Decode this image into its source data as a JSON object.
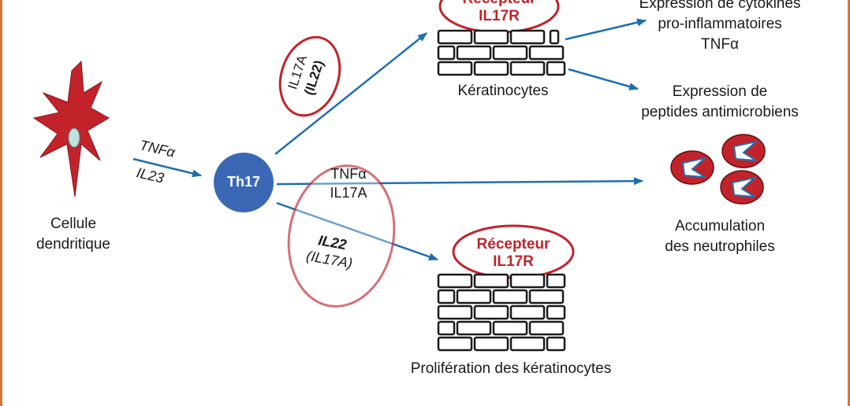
{
  "diagram": {
    "dendritic_cell_label_line1": "Cellule",
    "dendritic_cell_label_line2": "dendritique",
    "edge_dc_th17_label1": "TNFα",
    "edge_dc_th17_label2": "IL23",
    "th17_label": "Th17",
    "oval_top_line1": "IL17A",
    "oval_top_line2": "(IL22)",
    "receptor_top_line1": "Récepteur",
    "receptor_top_line2": "IL17R",
    "keratinocytes_top_label": "Kératinocytes",
    "cytokines_line1": "Expression de cytokines",
    "cytokines_line2": "pro-inflammatoires",
    "cytokines_line3": "TNFα",
    "peptides_line1": "Expression de",
    "peptides_line2": "peptides antimicrobiens",
    "middle_label1": "TNFα",
    "middle_label2": "IL17A",
    "neutro_line1": "Accumulation",
    "neutro_line2": "des neutrophiles",
    "oval_bottom_line1": "IL22",
    "oval_bottom_line2": "(IL17A)",
    "receptor_bottom_line1": "Récepteur",
    "receptor_bottom_line2": "IL17R",
    "keratinocytes_bottom_label": "Prolifération des kératinocytes",
    "colors": {
      "red": "#c2232b",
      "blue": "#1f6fae",
      "th17_fill": "#3a68b4",
      "frame": "#d4773a"
    }
  }
}
